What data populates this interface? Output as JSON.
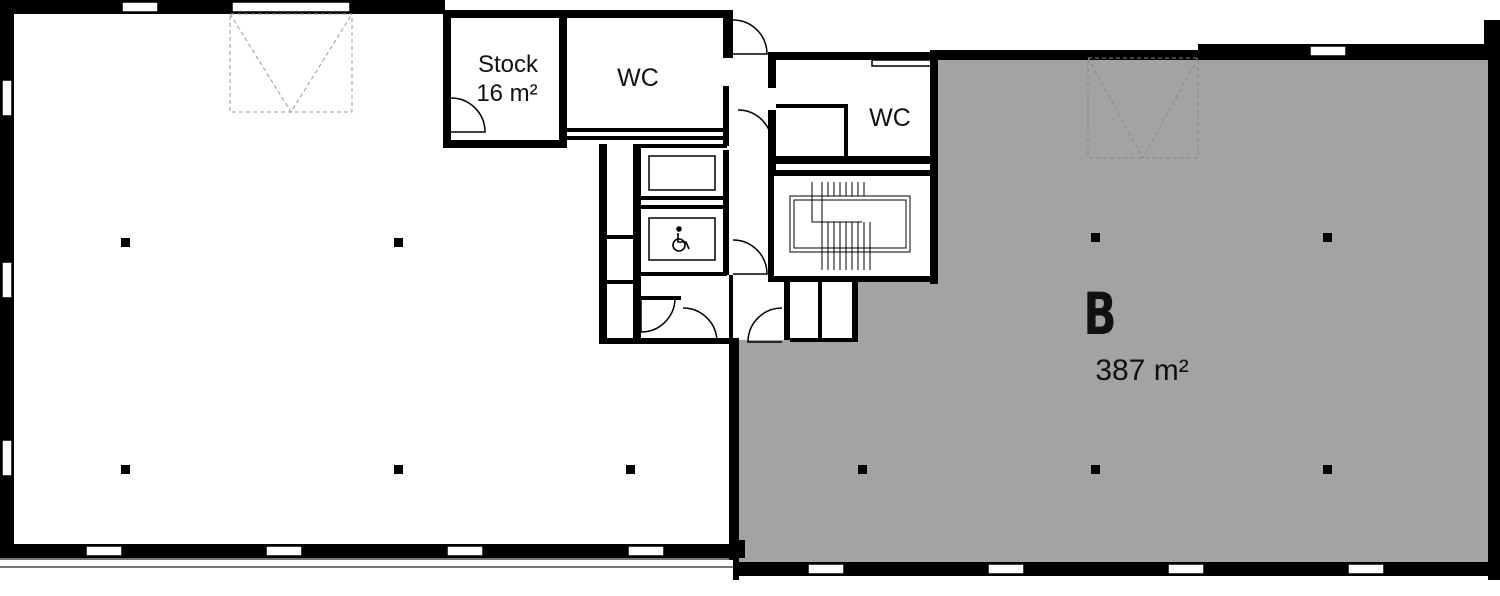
{
  "colors": {
    "wall": "#000000",
    "leased_unit_fill": "#a3a3a3",
    "background": "#ffffff",
    "thin_line": "#9a9a9a"
  },
  "rooms": {
    "stock": {
      "name": "Stock",
      "area": "16 m²"
    },
    "wc_upper": {
      "name": "WC"
    },
    "wc_lower": {
      "name": "WC"
    },
    "unit_b": {
      "name": "B",
      "area": "387 m²"
    }
  },
  "icons": {
    "accessible_wc": "wheelchair-icon",
    "stairs": "staircase-icon",
    "skylight": "skylight-icon",
    "column": "column-icon"
  }
}
